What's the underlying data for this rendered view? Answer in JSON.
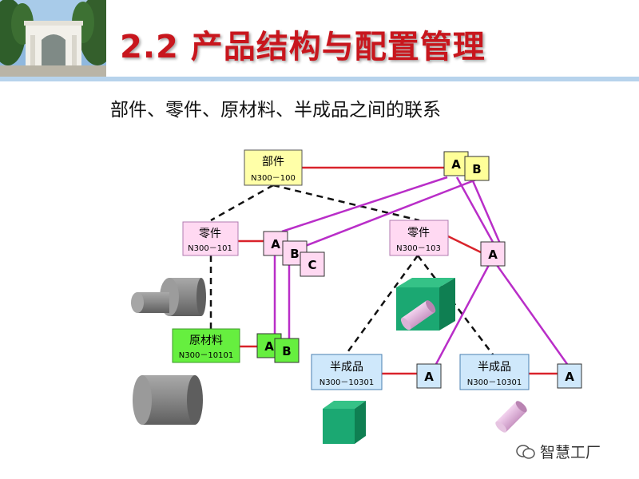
{
  "title": "2.2 产品结构与配置管理",
  "subtitle": "部件、零件、原材料、半成品之间的联系",
  "nodes": {
    "component": {
      "name": "部件",
      "code": "N300－100"
    },
    "part1": {
      "name": "零件",
      "code": "N300－101"
    },
    "part2": {
      "name": "零件",
      "code": "N300－103"
    },
    "raw": {
      "name": "原材料",
      "code": "N300－10101"
    },
    "semi1": {
      "name": "半成品",
      "code": "N300－10301"
    },
    "semi2": {
      "name": "半成品",
      "code": "N300－10301"
    }
  },
  "tags": {
    "a": "A",
    "b": "B",
    "c": "C"
  },
  "watermark": "智慧工厂",
  "colors": {
    "title_red": "#c8161d",
    "component_fill": "#ffffa8",
    "part_fill": "#ffd9f2",
    "raw_fill": "#66ef3f",
    "semi_fill": "#cfe8fb",
    "link_red": "#d9232b",
    "link_purple": "#b92ec8",
    "cube_green": "#1ba872"
  }
}
